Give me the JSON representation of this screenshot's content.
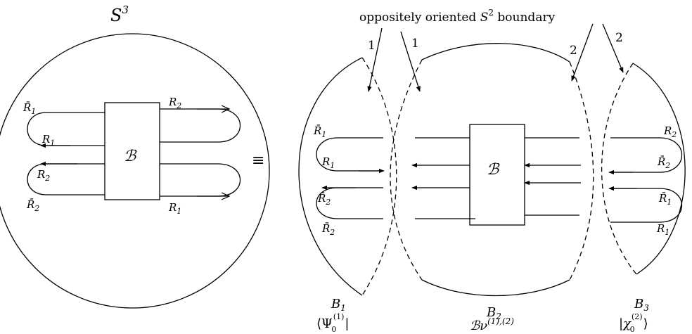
{
  "left_panel": {
    "sphere": {
      "symbol": "S",
      "sup": "3"
    },
    "braid_label": "ℬ",
    "strand_labels": {
      "top_left": {
        "base": "R̄",
        "sub": "1"
      },
      "mid_left_upper": {
        "base": "R",
        "sub": "1"
      },
      "mid_left_lower": {
        "base": "R",
        "sub": "2"
      },
      "bottom_left": {
        "base": "R̄",
        "sub": "2"
      },
      "top_right": {
        "base": "R",
        "sub": "2"
      },
      "bottom_right": {
        "base": "R",
        "sub": "1"
      }
    }
  },
  "equiv_symbol": "≡",
  "right_panel": {
    "boundary_note": {
      "prefix": "oppositely oriented ",
      "symbol": "S",
      "sup": "2",
      "suffix": " boundary"
    },
    "boundary_numbers": [
      "1",
      "1",
      "2",
      "2"
    ],
    "braid_label": "ℬ",
    "b1_labels": [
      {
        "base": "R̄",
        "sub": "1"
      },
      {
        "base": "R",
        "sub": "1"
      },
      {
        "base": "R̄",
        "sub": "2"
      },
      {
        "base": "R̄",
        "sub": "2"
      }
    ],
    "b3_labels": [
      {
        "base": "R",
        "sub": "2"
      },
      {
        "base": "R̄",
        "sub": "2"
      },
      {
        "base": "R̄",
        "sub": "1"
      },
      {
        "base": "R",
        "sub": "1"
      }
    ],
    "balls": [
      {
        "name": {
          "base": "B",
          "sub": "1"
        },
        "state": {
          "open": "⟨",
          "symbol": "Ψ",
          "sup": "(1)",
          "sub": "0",
          "close": "|"
        }
      },
      {
        "name": {
          "base": "B",
          "sub": "2"
        },
        "state": {
          "cal": "ℬ",
          "symbol": "ν",
          "sup": "(1),(2)"
        }
      },
      {
        "name": {
          "base": "B",
          "sub": "3"
        },
        "state": {
          "open": "|",
          "symbol": "χ",
          "sup": "(2)",
          "sub": "0",
          "close": "⟩"
        }
      }
    ]
  }
}
